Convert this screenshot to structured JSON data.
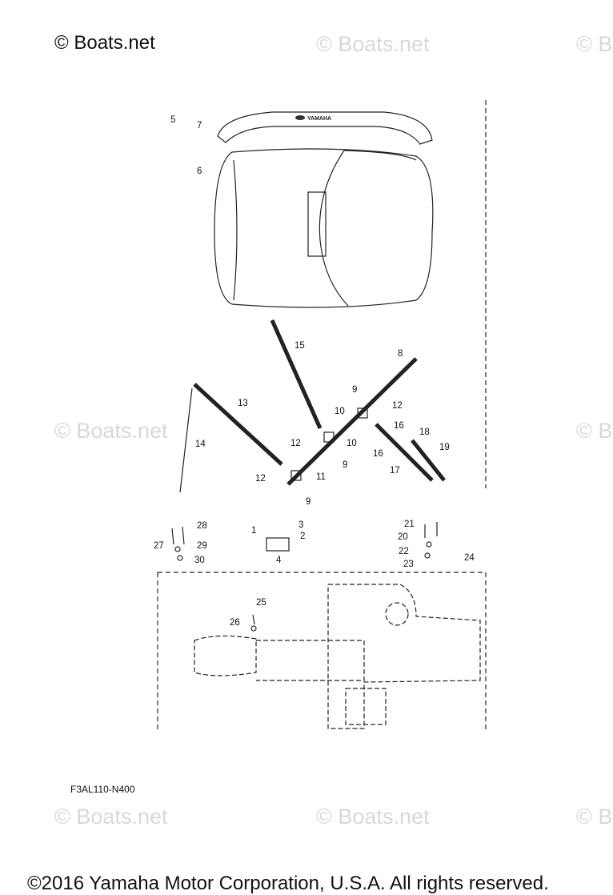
{
  "header": {
    "copyright_mark": "© Boats.net"
  },
  "watermarks": [
    "© Boats.net",
    "© Boats.net",
    "© B",
    "© Boats.net",
    "© B",
    "© Boats.net",
    "© Boats.net",
    "© B"
  ],
  "diagram": {
    "logo_text": "YAMAHA",
    "callouts": [
      "5",
      "7",
      "6",
      "15",
      "8",
      "9",
      "10",
      "12",
      "13",
      "16",
      "18",
      "19",
      "12",
      "10",
      "14",
      "9",
      "16",
      "17",
      "12",
      "11",
      "9",
      "28",
      "3",
      "21",
      "1",
      "2",
      "20",
      "27",
      "29",
      "22",
      "24",
      "30",
      "4",
      "23",
      "25",
      "26"
    ],
    "part_code": "F3AL110-N400"
  },
  "footer": {
    "text": "©2016 Yamaha Motor Corporation, U.S.A. All rights reserved."
  }
}
